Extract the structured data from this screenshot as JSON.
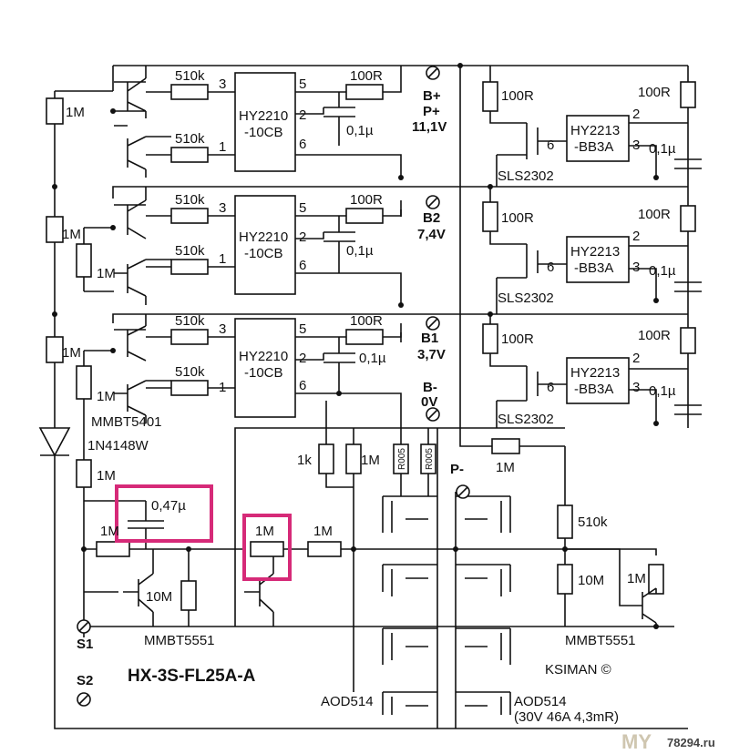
{
  "title": "HX-3S-FL25A-A",
  "author": "KSIMAN ©",
  "watermark": {
    "logo": "MY",
    "site": "78294.ru"
  },
  "terminals": {
    "bplus": [
      "B+",
      "P+",
      "11,1V"
    ],
    "b2": [
      "B2",
      "7,4V"
    ],
    "b1": [
      "B1",
      "3,7V"
    ],
    "bminus": [
      "B-",
      "0V"
    ],
    "pminus": "P-",
    "s1": "S1",
    "s2": "S2"
  },
  "protection_ic": {
    "name": [
      "HY2210",
      "-10CB"
    ],
    "pins": [
      "3",
      "1",
      "5",
      "2",
      "6"
    ]
  },
  "balance_ic": {
    "name": [
      "HY2213",
      "-BB3A"
    ],
    "pins": [
      "2",
      "3",
      "6"
    ]
  },
  "mosfet_bal": "SLS2302",
  "res": {
    "r510k": "510k",
    "r100R": "100R",
    "r1M": "1M",
    "r1k": "1k",
    "r10M": "10M",
    "r005": "R005"
  },
  "cap": {
    "c01": "0,1µ",
    "c047": "0,47µ"
  },
  "parts": {
    "pnp": "MMBT5401",
    "diode": "1N4148W",
    "npn_left": "MMBT5551",
    "npn_right": "MMBT5551",
    "mos_left": "AOD514",
    "mos_right": "AOD514",
    "mos_spec": "(30V 46A 4,3mR)"
  }
}
